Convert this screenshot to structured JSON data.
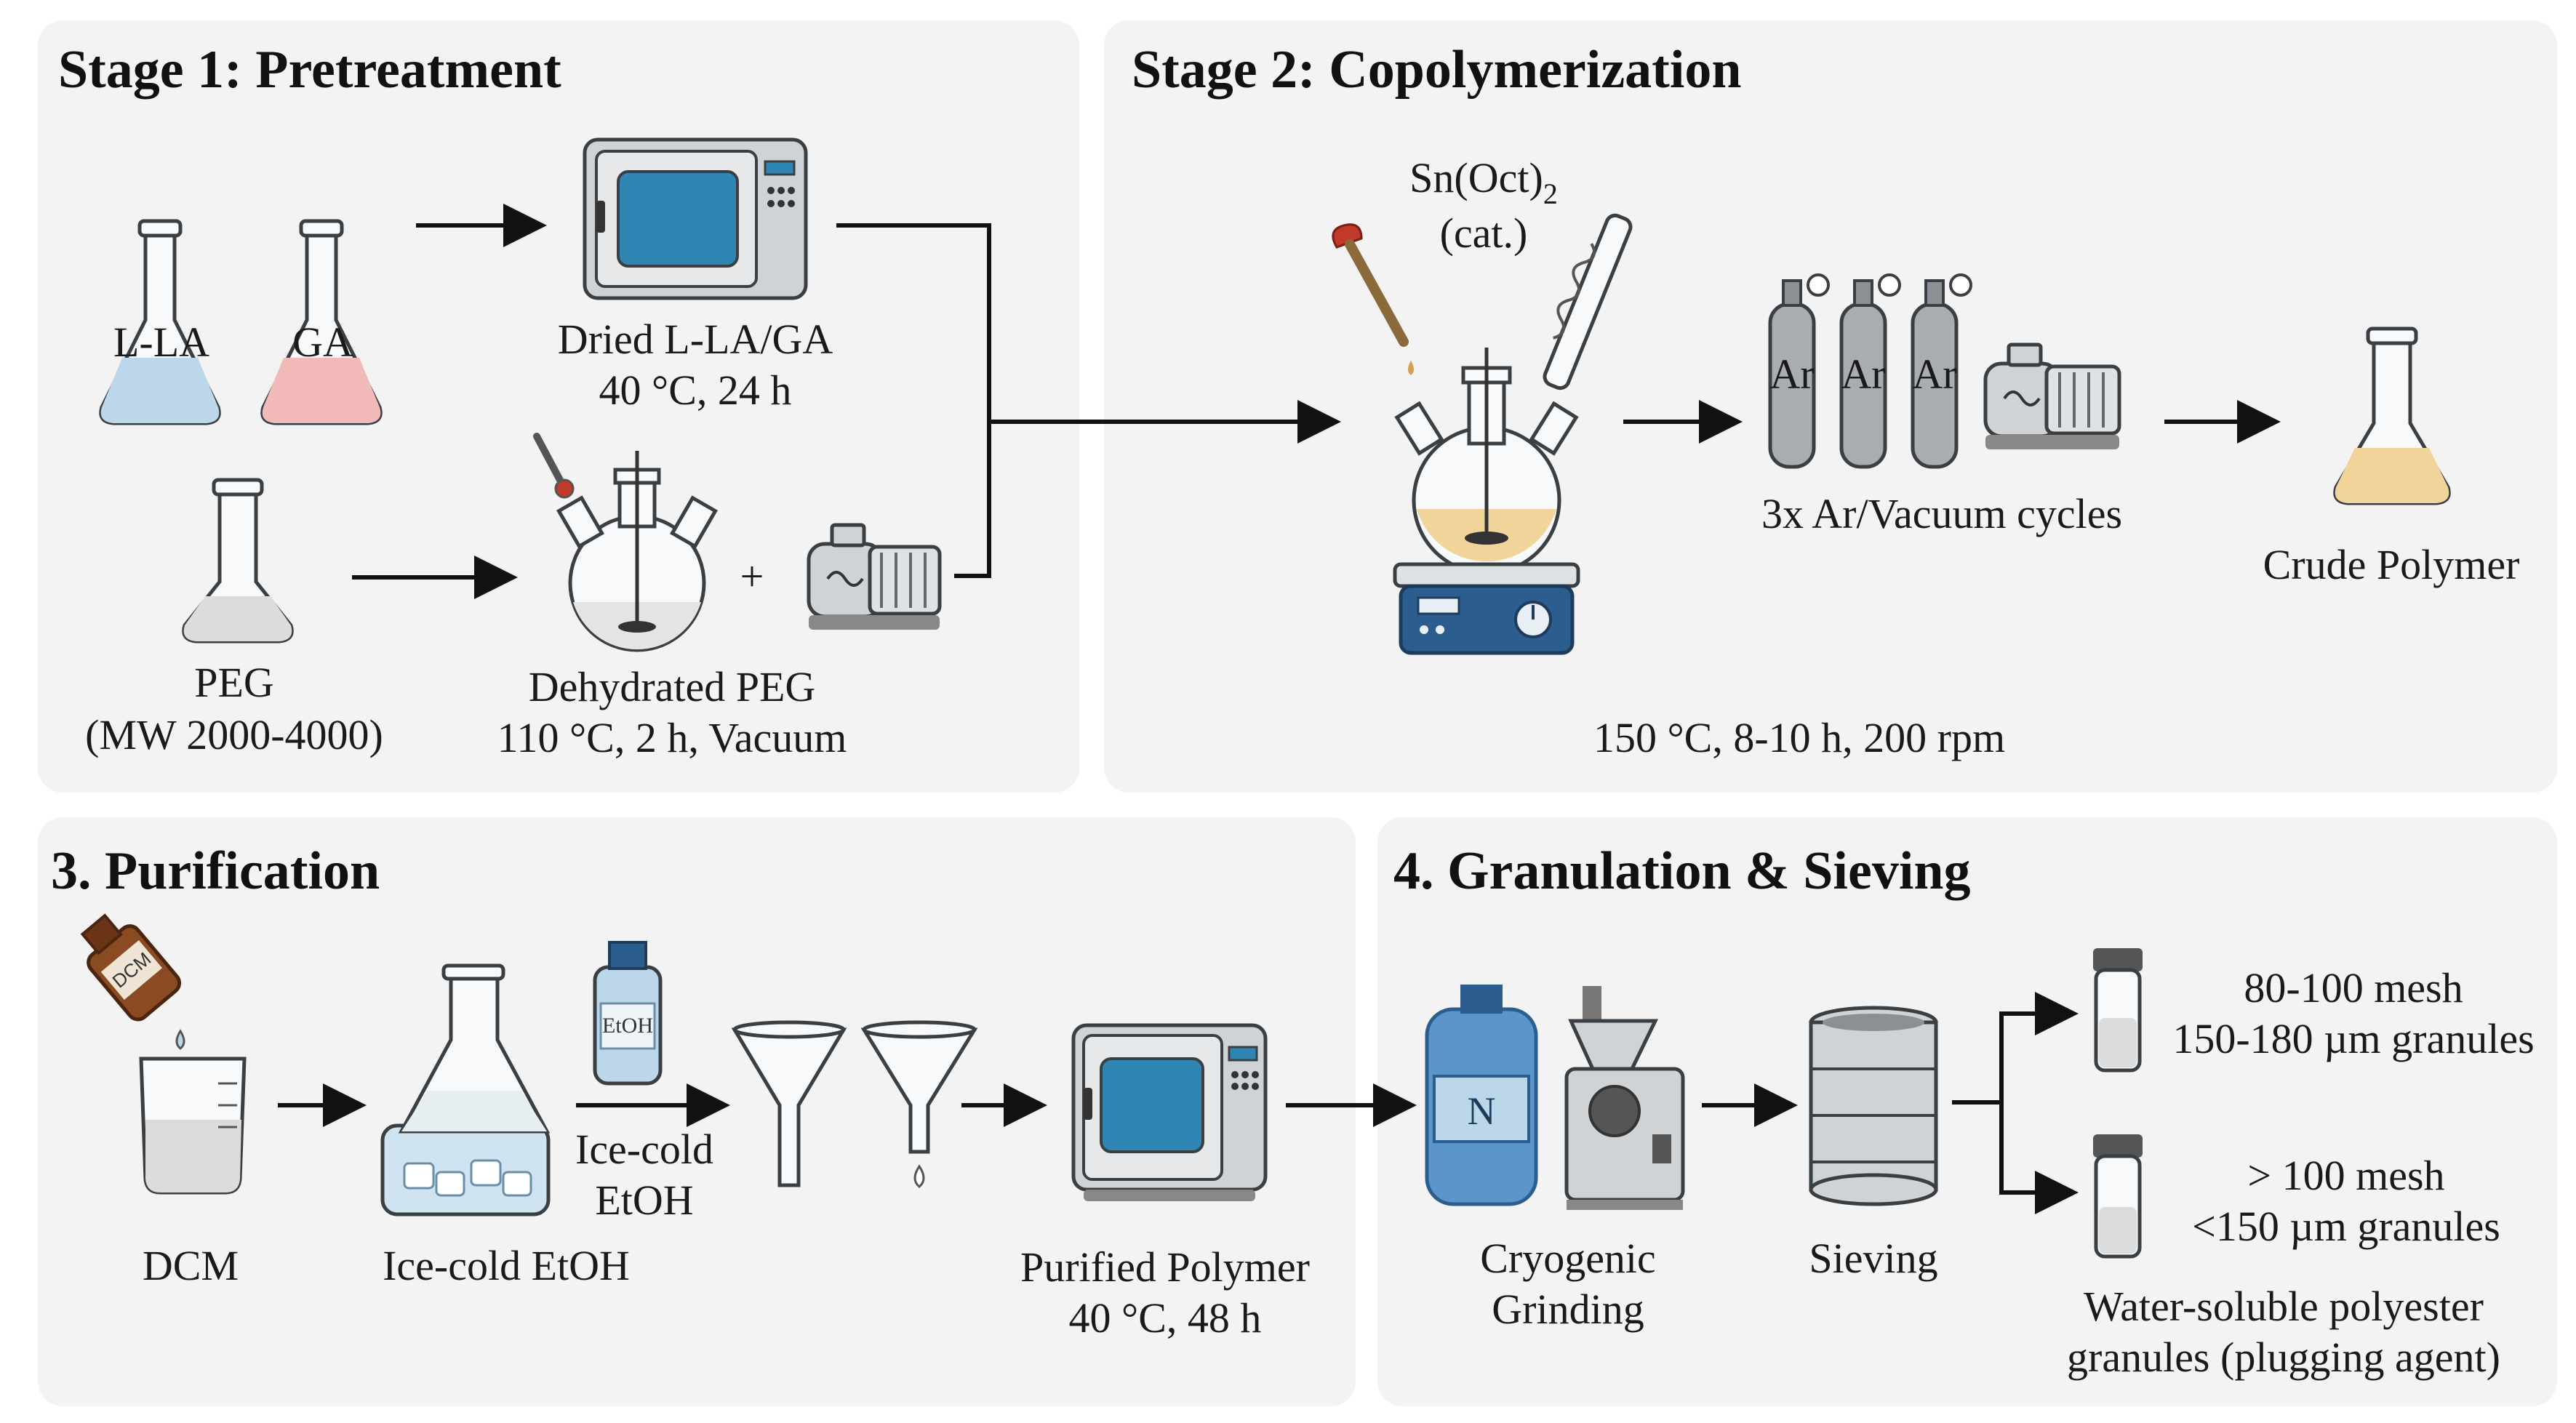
{
  "stage1": {
    "title": "Stage 1: Pretreatment",
    "lla": "L-LA",
    "ga": "GA",
    "dried_title": "Dried L-LA/GA",
    "dried_cond": "40 °C, 24 h",
    "peg": "PEG",
    "peg_mw": "(MW 2000-4000)",
    "plus": "+",
    "dehyd_title": "Dehydrated PEG",
    "dehyd_cond": "110 °C, 2 h, Vacuum"
  },
  "stage2": {
    "title": "Stage 2: Copolymerization",
    "catalyst_main": "Sn(Oct)",
    "catalyst_sub": "2",
    "catalyst_note": "(cat.)",
    "cylinder_label": "Ar",
    "cycles": "3x Ar/Vacuum cycles",
    "crude": "Crude Polymer",
    "conditions": "150 °C, 8-10 h, 200 rpm"
  },
  "stage3": {
    "title": "3. Purification",
    "dcm": "DCM",
    "bottle_label": "DCM",
    "etoh_bottle": "EtOH",
    "ice_bath": "Ice-cold EtOH",
    "ice_arrow_1": "Ice-cold",
    "ice_arrow_2": "EtOH",
    "purified": "Purified Polymer",
    "purified_cond": "40 °C, 48 h"
  },
  "stage4": {
    "title": "4. Granulation & Sieving",
    "dewar_label": "N",
    "cryo_1": "Cryogenic",
    "cryo_2": "Grinding",
    "sieving": "Sieving",
    "out1_mesh": "80-100 mesh",
    "out1_size": "150-180 µm granules",
    "out2_mesh": "> 100 mesh",
    "out2_size": "<150 µm granules",
    "final_1": "Water-soluble polyester",
    "final_2": "granules (plugging agent)"
  },
  "colors": {
    "panel": "#f3f3f3",
    "blue_liquid": "#bcd7ea",
    "pink_liquid": "#f2b9b9",
    "amber_liquid": "#f1d49a",
    "gray_liquid": "#dcdcdc",
    "oven_window": "#2f86b3",
    "dropper_red": "#c0392b",
    "stirrer_blue": "#2c5d8f"
  }
}
